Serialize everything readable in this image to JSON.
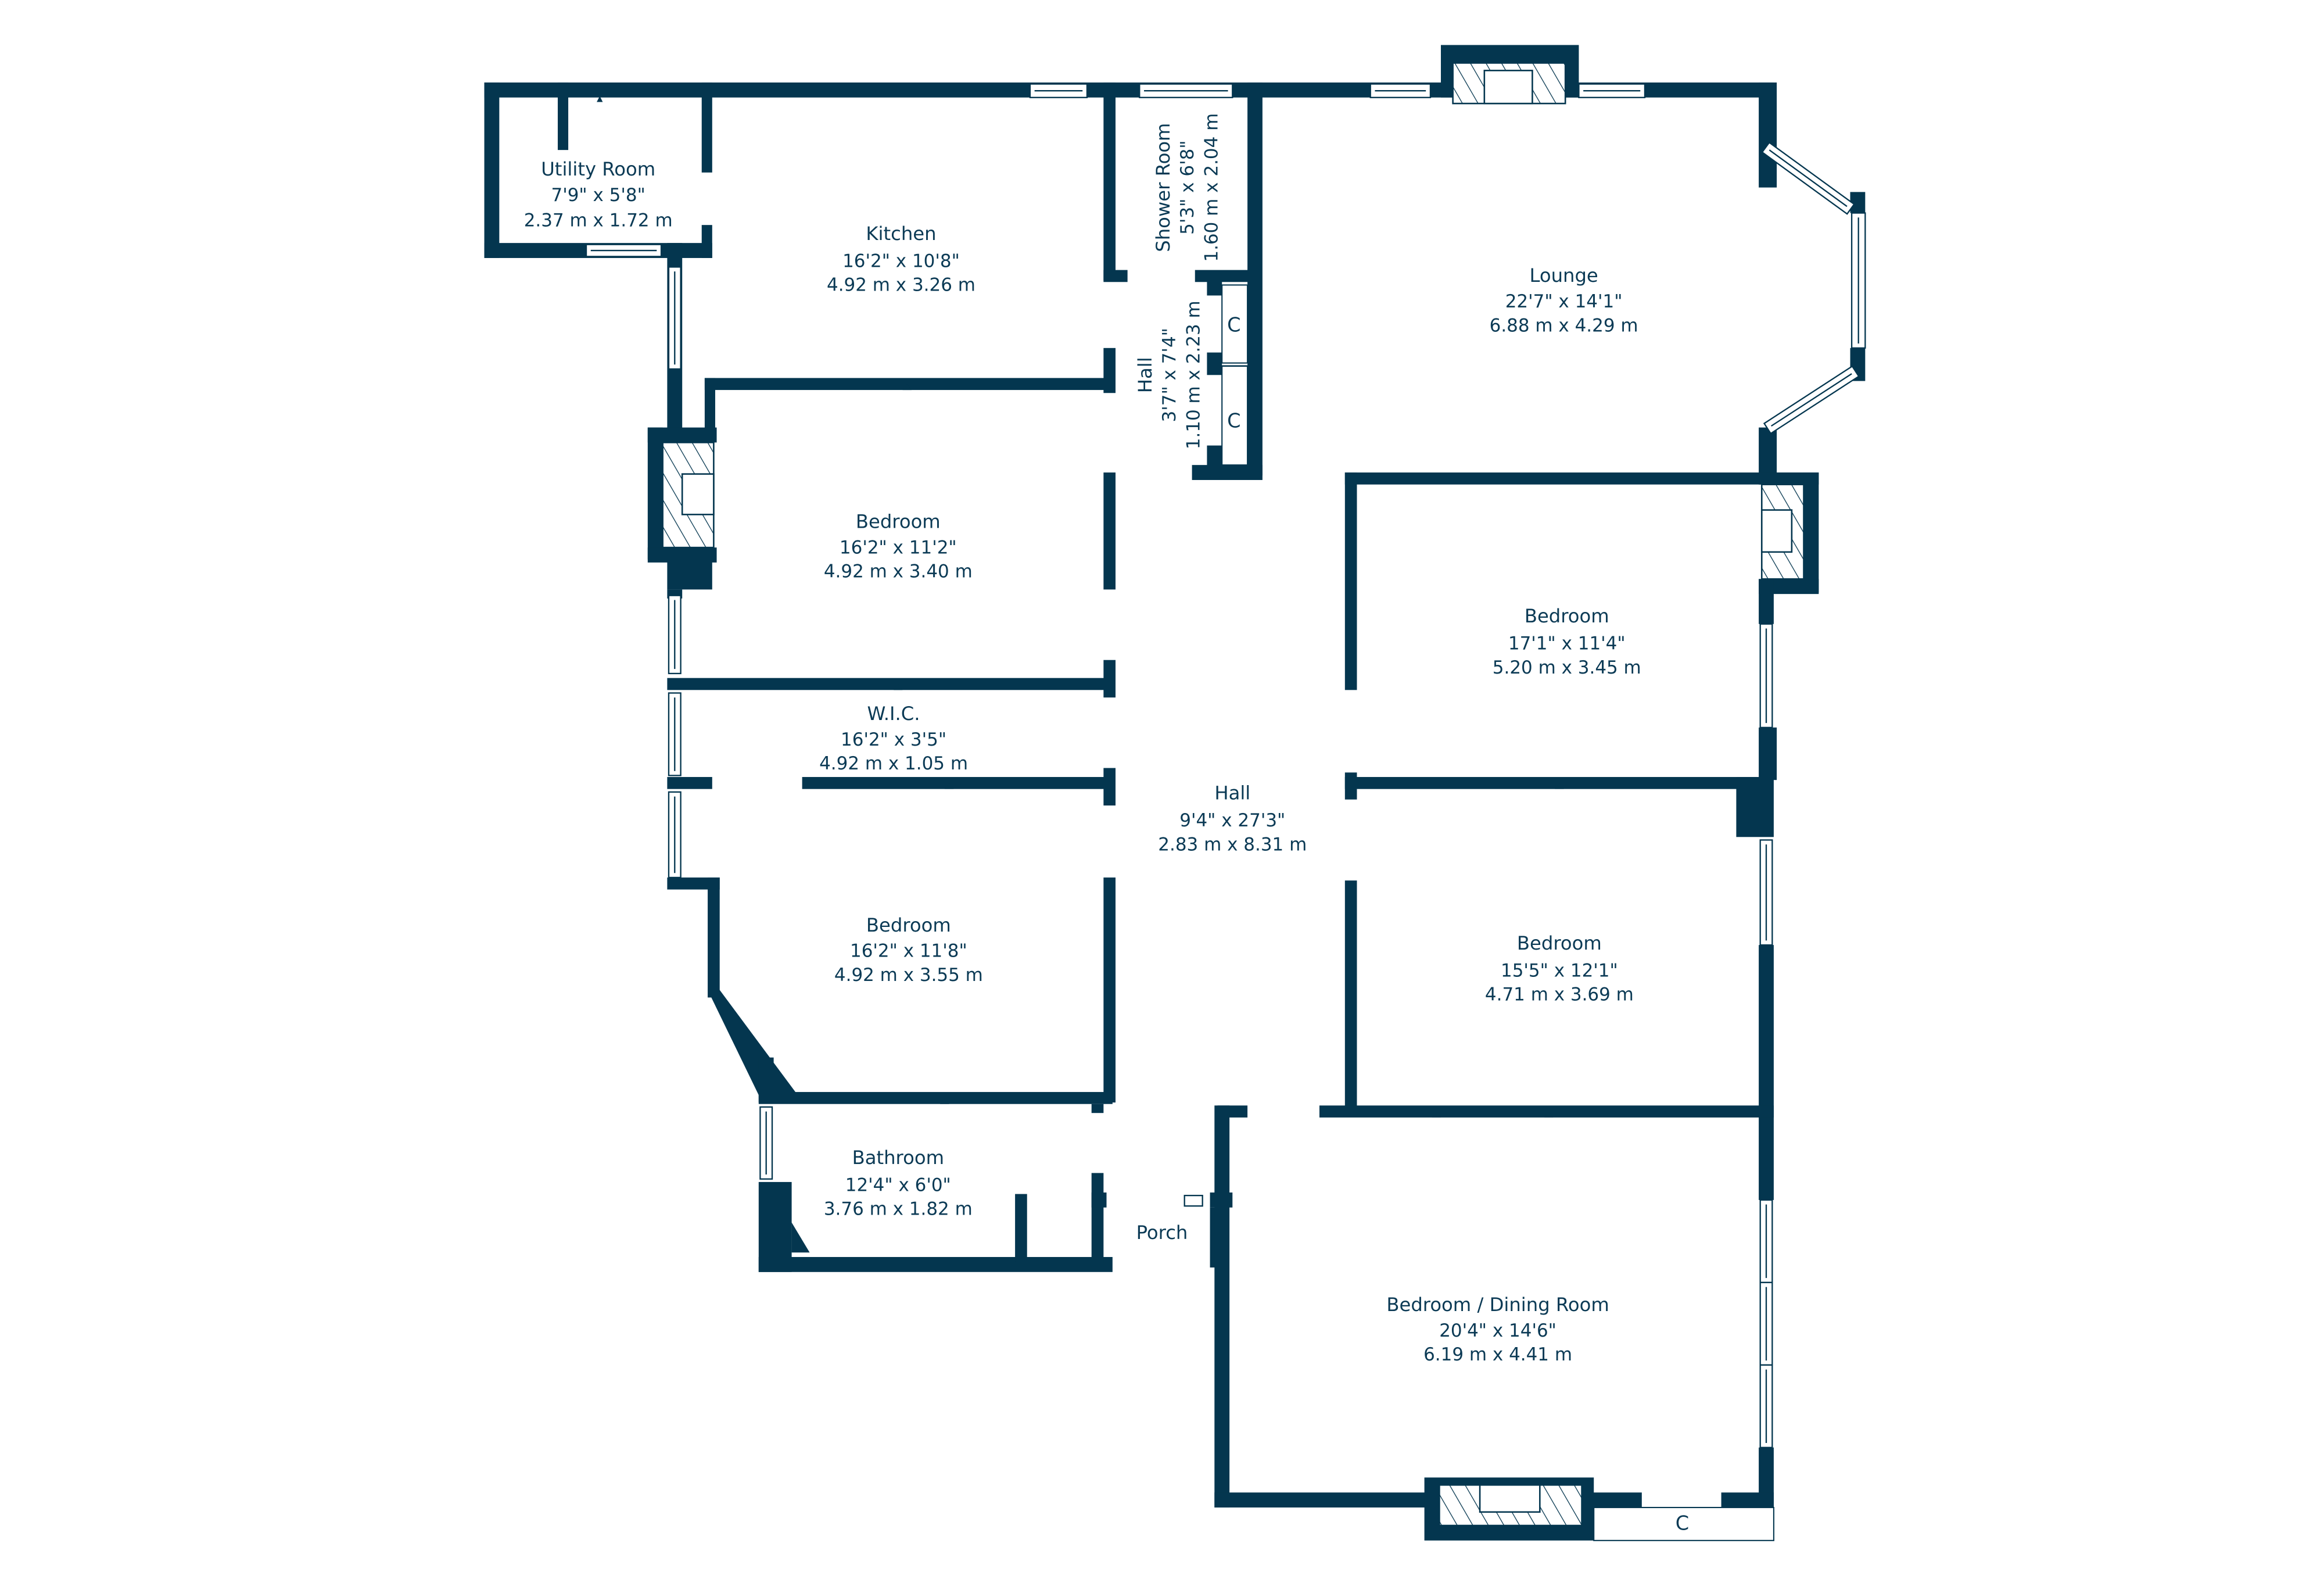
{
  "colors": {
    "wall": "#04364f",
    "text": "#0b3a55",
    "background": "#ffffff"
  },
  "rooms": [
    {
      "name": "Utility Room",
      "imperial": "7'9\" x 5'8\"",
      "metric": "2.37 m x 1.72 m"
    },
    {
      "name": "Kitchen",
      "imperial": "16'2\" x 10'8\"",
      "metric": "4.92 m x 3.26 m"
    },
    {
      "name": "Shower Room",
      "imperial": "5'3\" x 6'8\"",
      "metric": "1.60 m x 2.04 m"
    },
    {
      "name": "Lounge",
      "imperial": "22'7\" x 14'1\"",
      "metric": "6.88 m x 4.29 m"
    },
    {
      "name": "Hall",
      "imperial": "3'7\" x 7'4\"",
      "metric": "1.10 m x 2.23 m"
    },
    {
      "name": "Bedroom",
      "imperial": "16'2\" x 11'2\"",
      "metric": "4.92 m x 3.40 m"
    },
    {
      "name": "W.I.C.",
      "imperial": "16'2\" x 3'5\"",
      "metric": "4.92 m x 1.05 m"
    },
    {
      "name": "Hall",
      "imperial": "9'4\" x 27'3\"",
      "metric": "2.83 m x 8.31 m"
    },
    {
      "name": "Bedroom",
      "imperial": "17'1\" x 11'4\"",
      "metric": "5.20 m x 3.45 m"
    },
    {
      "name": "Bedroom",
      "imperial": "16'2\" x 11'8\"",
      "metric": "4.92 m x 3.55 m"
    },
    {
      "name": "Bedroom",
      "imperial": "15'5\" x 12'1\"",
      "metric": "4.71 m x 3.69 m"
    },
    {
      "name": "Bathroom",
      "imperial": "12'4\" x 6'0\"",
      "metric": "3.76 m x 1.82 m"
    },
    {
      "name": "Porch"
    },
    {
      "name": "Bedroom / Dining Room",
      "imperial": "20'4\" x 14'6\"",
      "metric": "6.19 m x 4.41 m"
    }
  ],
  "closets": [
    "C",
    "C",
    "C"
  ]
}
